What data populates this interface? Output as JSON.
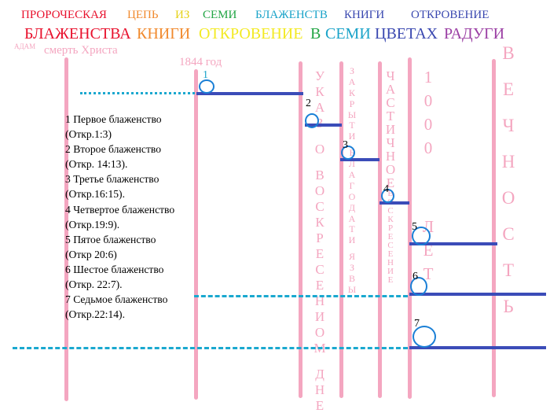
{
  "header": {
    "line1": [
      {
        "text": "ПРОРОЧЕСКАЯ",
        "color": "#e8112d"
      },
      {
        "text": "ЦЕПЬ",
        "color": "#f18a2e"
      },
      {
        "text": "ИЗ",
        "color": "#e6d21a"
      },
      {
        "text": "СЕМИ",
        "color": "#22a544"
      },
      {
        "text": "БЛАЖЕНСТВ",
        "color": "#1aa3c9"
      },
      {
        "text": "КНИГИ",
        "color": "#3a48b0"
      },
      {
        "text": "ОТКРОВЕНИЕ",
        "color": "#3a48b0"
      }
    ],
    "line2": [
      {
        "text": "БЛАЖЕНСТВА",
        "color": "#e8112d"
      },
      {
        "text": "КНИГИ",
        "color": "#f18a2e"
      },
      {
        "text": "ОТКРОВЕНИЕ",
        "color": "#f3ea23"
      },
      {
        "text": "В",
        "color": "#22a544"
      },
      {
        "text": "СЕМИ",
        "color": "#1aa3c9"
      },
      {
        "text": "ЦВЕТАХ",
        "color": "#3a48b0"
      },
      {
        "text": "РАДУГИ",
        "color": "#9b3fa4"
      }
    ]
  },
  "labels": {
    "adam": "АДАМ",
    "death": "смерть Христа",
    "year": "1844 год"
  },
  "columns": {
    "decree": "УКАЗ О ВОСКРЕСЕНИОМ ДНЕ",
    "closed": "ЗАКРЫТИ БЛАГОДАТИ ЯЗВЫ",
    "partial": "ЧАСТИЧНОЕ ВОСКРЕСЕНИЕ",
    "thousand": "1000 ЛЕТ",
    "eternity": "ВЕЧНОСТЬ"
  },
  "steps": [
    "1",
    "2",
    "3",
    "4",
    "5",
    "6",
    "7"
  ],
  "beatitudes": [
    "1 Первое блаженство",
    "(Откр.1:3)",
    "2 Второе блаженство",
    "(Откр. 14:13).",
    "3 Третье блаженство",
    "(Откр.16:15).",
    "4 Четвертое блаженство",
    "(Откр.19:9).",
    "5 Пятое блаженство",
    "(Откр 20:6)",
    "6 Шестое блаженство",
    "(Откр. 22:7).",
    "7 Седьмое блаженство",
    "(Откр.22:14)."
  ],
  "colors": {
    "bar": "#f4a6c0",
    "step_line": "#3b4cb8",
    "dotted": "#1aa8cf",
    "circle": "#1a7fd6",
    "pink_text": "#f4a6c0",
    "red_text": "#e8112d"
  }
}
